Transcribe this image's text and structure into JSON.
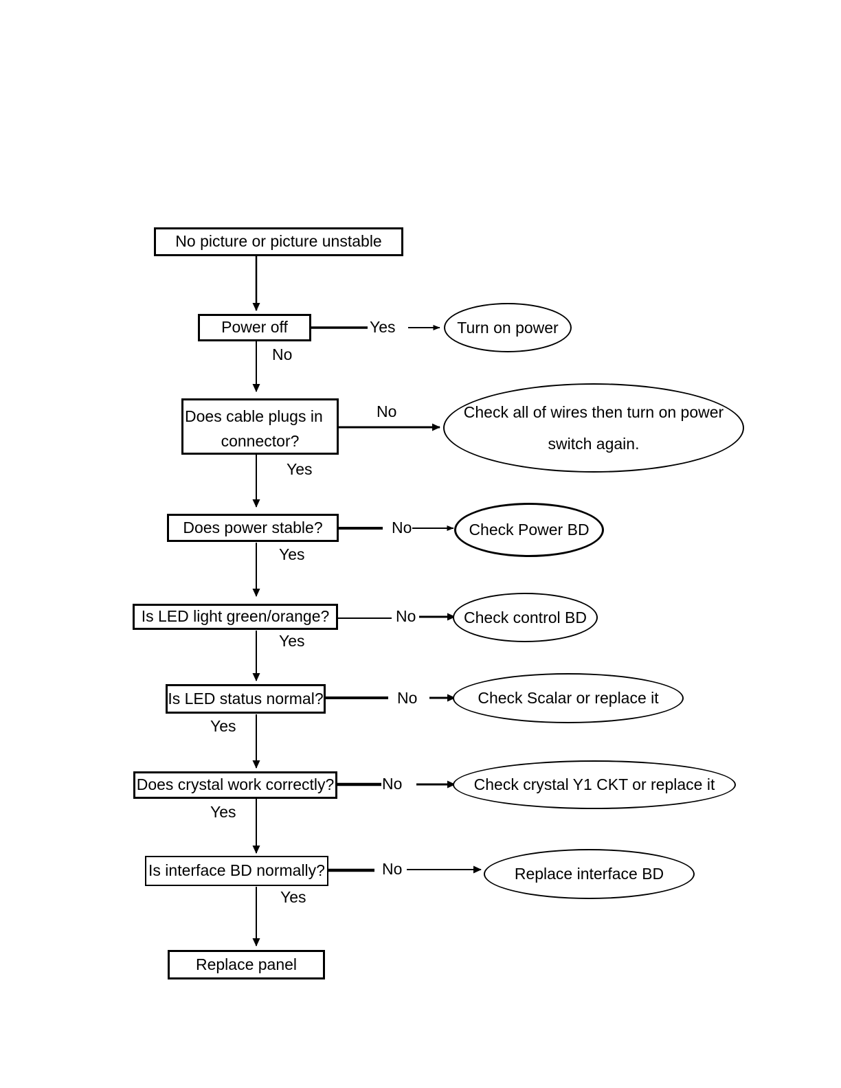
{
  "diagram": {
    "title": "No picture or picture unstable troubleshooting flowchart",
    "stroke_color": "#000000",
    "background_color": "#ffffff",
    "nodes": {
      "start": {
        "label": "No picture or picture unstable",
        "shape": "rectangle"
      },
      "power_off": {
        "label": "Power off",
        "shape": "rectangle"
      },
      "turn_on_power": {
        "label": "Turn on power",
        "shape": "oval"
      },
      "cable_plugs_line1": "Does cable plugs in",
      "cable_plugs_line2": "connector?",
      "check_wires_line1": "Check all of wires then turn on power",
      "check_wires_line2": "switch again.",
      "power_stable": {
        "label": "Does power stable?",
        "shape": "rectangle"
      },
      "check_power_bd": {
        "label": "Check Power BD",
        "shape": "oval"
      },
      "led_light": {
        "label": "Is LED light green/orange?",
        "shape": "rectangle"
      },
      "check_control_bd": {
        "label": "Check control BD",
        "shape": "oval"
      },
      "led_status": {
        "label": "Is LED status normal?",
        "shape": "rectangle"
      },
      "check_scalar": {
        "label": "Check Scalar or replace it",
        "shape": "oval"
      },
      "crystal": {
        "label": "Does crystal work correctly?",
        "shape": "rectangle"
      },
      "check_crystal": {
        "label": "Check crystal Y1 CKT or replace it",
        "shape": "oval"
      },
      "interface_bd": {
        "label": "Is interface BD normally?",
        "shape": "rectangle"
      },
      "replace_interface_bd": {
        "label": "Replace interface BD",
        "shape": "oval"
      },
      "replace_panel": {
        "label": "Replace panel",
        "shape": "rectangle"
      }
    },
    "edge_labels": {
      "power_off_yes": "Yes",
      "power_off_no": "No",
      "cable_no": "No",
      "cable_yes": "Yes",
      "power_stable_no": "No",
      "power_stable_yes": "Yes",
      "led_light_no": "No",
      "led_light_yes": "Yes",
      "led_status_no": "No",
      "led_status_yes": "Yes",
      "crystal_no": "No",
      "crystal_yes": "Yes",
      "interface_no": "No",
      "interface_yes": "Yes"
    }
  }
}
